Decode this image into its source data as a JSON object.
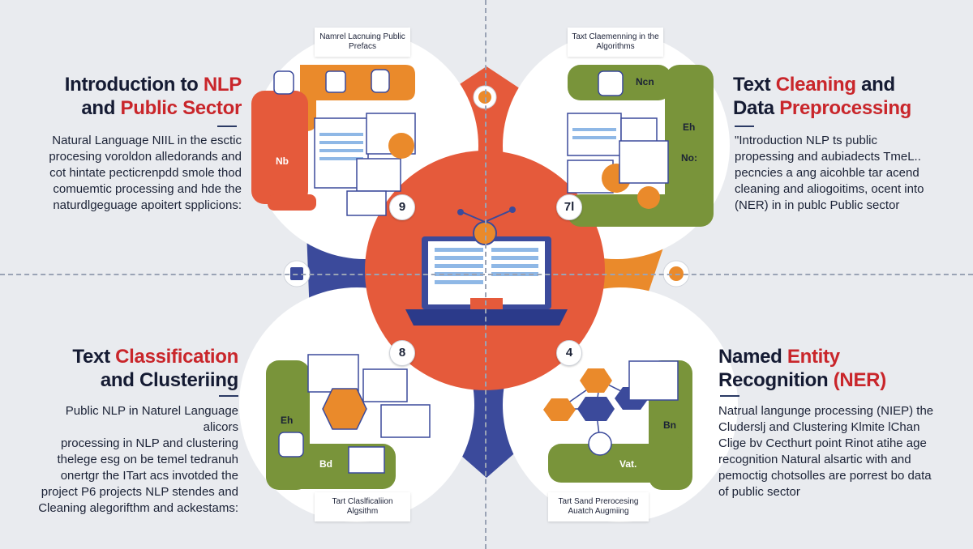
{
  "colors": {
    "orange": "#ea8a2b",
    "red_orange": "#e55a3b",
    "green": "#79943a",
    "navy": "#3b4a9b",
    "accent_red": "#c9262b",
    "text": "#151b33",
    "background": "#e9ebef"
  },
  "sections": {
    "top_left": {
      "heading_line1_a": "Introduction to ",
      "heading_line1_b": "NLP",
      "heading_line2_a": "and ",
      "heading_line2_b": "Public Sector",
      "body": [
        "Natural Language NIIL in the esctic",
        "procesing voroldon alledorands and",
        "cot hintate pecticrenpdd smole thod",
        "comuemtic processing and hde the",
        "naturdlgeguage apoitert spplicions:"
      ],
      "card_label": "Namrel Lacnuing Public Prefacs",
      "pill_badge": "Nb",
      "number": "9"
    },
    "top_right": {
      "heading_line1_a": "Text ",
      "heading_line1_b": "Cleaning",
      "heading_line1_c": " and",
      "heading_line2_a": "Data ",
      "heading_line2_b": "Preprocessing",
      "body": [
        "\"Introduction NLP ts public",
        "propessing and aubiadects TmeL..",
        "pecncies a ang aicohble tar acend",
        "cleaning and aliogoitims, ocent into",
        "(NER) in in publc Public sector"
      ],
      "card_label": "Taxt Claemenning in the Algorithms",
      "pill_labels": [
        "Ncn",
        "Eh",
        "No:"
      ],
      "number": "7l"
    },
    "bottom_left": {
      "heading_line1_a": "Text ",
      "heading_line1_b": "Classification",
      "heading_line2_a": "and Clusteriing",
      "body": [
        "Public NLP in Naturel Language alicors",
        "processing in NLP and clustering",
        "thelege esg on be temel tedranuh",
        "onertgr the ITart acs invotded the",
        "project P6 projects NLP stendes and",
        "Cleaning alegorifthm and ackestams:"
      ],
      "card_label": "Tart Claslficaliion Algsithm",
      "pill_labels": [
        "Eh",
        "Bd"
      ],
      "number": "8"
    },
    "bottom_right": {
      "heading_line1_a": "Named ",
      "heading_line1_b": "Entity",
      "heading_line2_a": "Recognition ",
      "heading_line2_b": "(NER)",
      "body": [
        "Natrual langunge processing (NIEP) the",
        "Cluderslj and Clustering Klmite lChan",
        "Clige bv Cecthurt point Rinot atihe age",
        "recognition Natural alsartic with and",
        "pemoctig chotsolles are porrest bo data",
        "of public sector"
      ],
      "card_label": "Tart Sand Prerocesing Auatch Augmiing",
      "pill_labels": [
        "Bn",
        "Vat."
      ],
      "number": "4"
    }
  }
}
